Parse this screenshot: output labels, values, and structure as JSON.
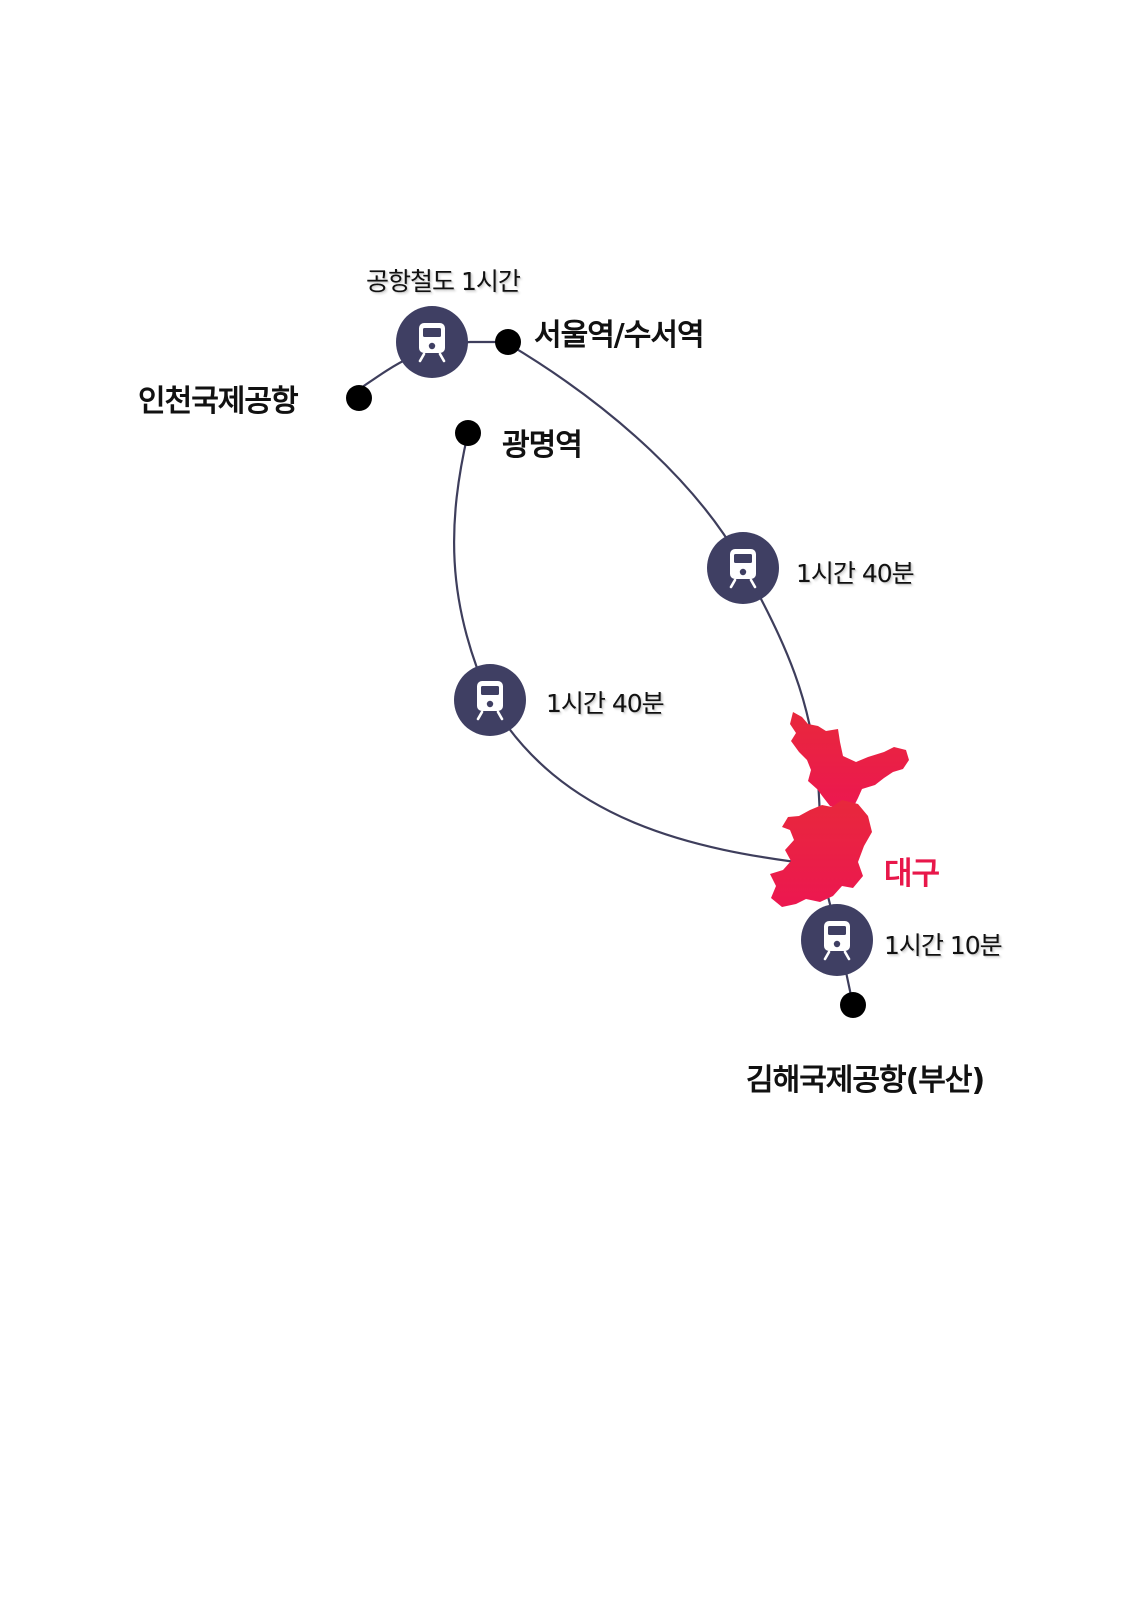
{
  "stations": {
    "incheon_airport": "인천국제공항",
    "seoul_suseo": "서울역/수서역",
    "gwangmyeong": "광명역",
    "gimhae_airport": "김해국제공항(부산)"
  },
  "city": {
    "name": "대구",
    "color": "#e8174a"
  },
  "travel_times": {
    "airport_rail": "공항철도 1시간",
    "seoul_to_daegu": "1시간 40분",
    "gwangmyeong_to_daegu": "1시간 40분",
    "daegu_to_gimhae": "1시간 10분"
  },
  "icons": {
    "train": "train-icon",
    "dot": "station-dot"
  },
  "colors": {
    "route_line": "#3e3e5c",
    "badge": "#3f3f63",
    "dot": "#000000",
    "region": "#e8174a"
  }
}
